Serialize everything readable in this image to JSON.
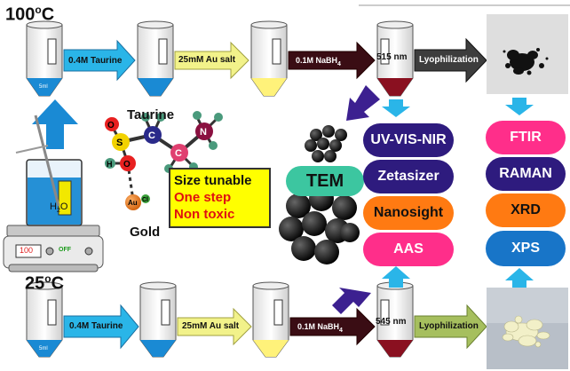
{
  "temperatures": {
    "top": {
      "value": "100",
      "unit": "C"
    },
    "bottom": {
      "value": "25",
      "unit": "C"
    }
  },
  "top_row": {
    "arrows": [
      "0.4M Taurine",
      "25mM Au salt",
      "0.1M NaBH",
      "Lyophilization"
    ],
    "nabh_subscript": "4",
    "vial_volume": "5ml",
    "product_wavelength": "515 nm"
  },
  "bottom_row": {
    "arrows": [
      "0.4M Taurine",
      "25mM Au salt",
      "0.1M NaBH",
      "Lyophilization"
    ],
    "nabh_subscript": "4",
    "vial_volume": "5ml",
    "product_wavelength": "545 nm"
  },
  "molecule": {
    "title": "Taurine",
    "atoms": [
      "S",
      "O",
      "O",
      "H",
      "C",
      "C",
      "N"
    ],
    "gold_label": "Gold",
    "gold_atoms": [
      "Au",
      "Cl"
    ]
  },
  "properties": {
    "line1": "Size tunable",
    "line2": "One step",
    "line3": "Non toxic"
  },
  "hotplate": {
    "beaker_label": "H",
    "beaker_sub": "2",
    "beaker_label_end": "O",
    "display": "100",
    "off_label": "OFF"
  },
  "techniques": {
    "tem": "TEM",
    "middle": [
      "UV-VIS-NIR",
      "Zetasizer",
      "Nanosight",
      "AAS"
    ],
    "right": [
      "FTIR",
      "RAMAN",
      "XRD",
      "XPS"
    ]
  },
  "colors": {
    "cyan_arrow": "#2ab5e8",
    "yellow_arrow": "#f2f28a",
    "brown_arrow": "#3a0d14",
    "gray_arrow": "#3d3d3d",
    "green_arrow": "#a6bf5e",
    "navy_arrow": "#3c2090",
    "pill_purple": "#2e1b7e",
    "pill_orange": "#ff7a12",
    "pill_magenta": "#ff2e8a",
    "pill_blue": "#1875c8",
    "pill_teal": "#3cc6a0"
  }
}
